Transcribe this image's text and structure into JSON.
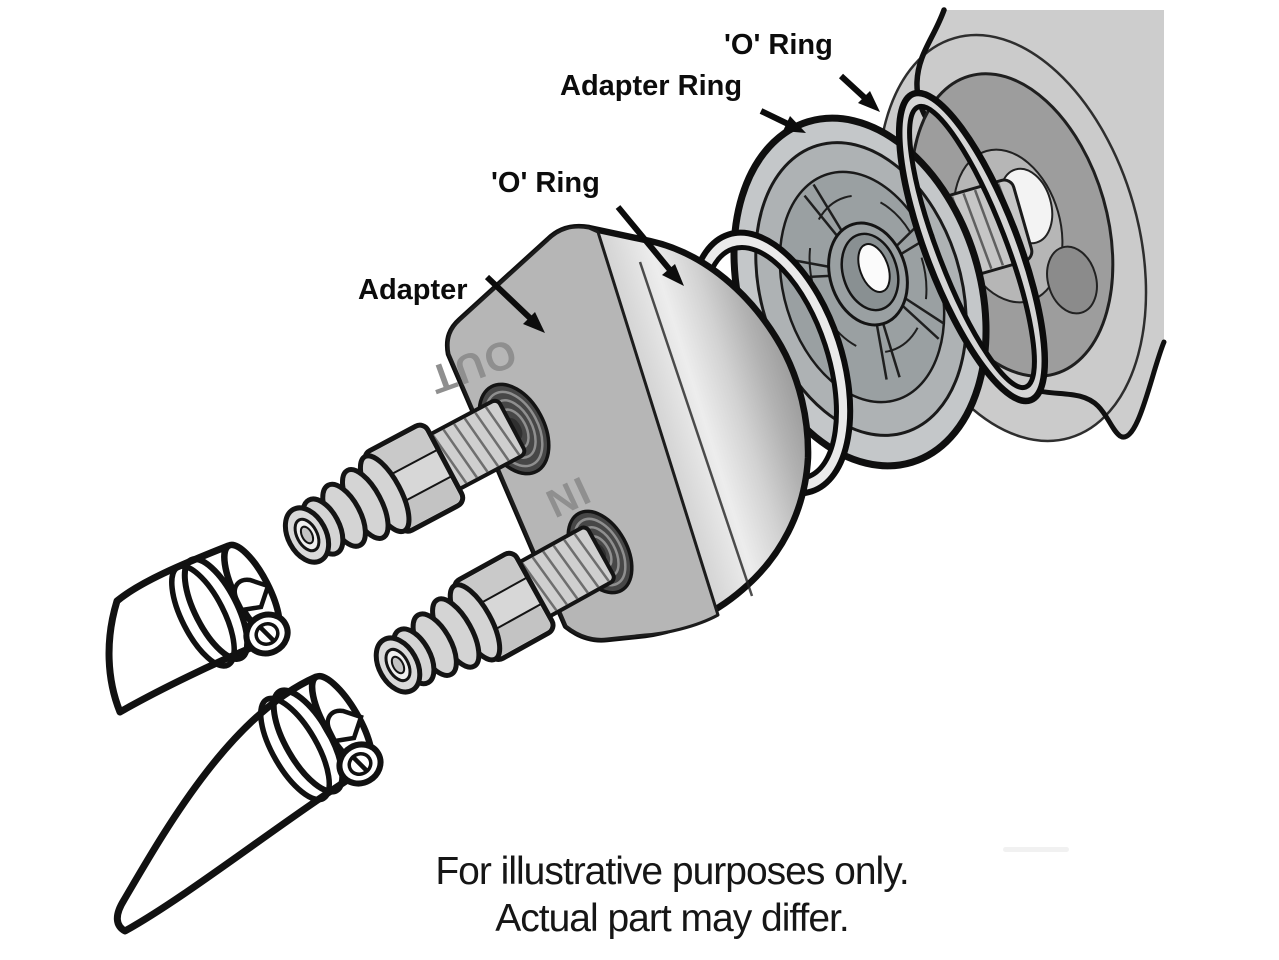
{
  "diagram": {
    "callouts": [
      {
        "id": "o-ring-top",
        "label": "'O' Ring"
      },
      {
        "id": "adapter-ring",
        "label": "Adapter Ring"
      },
      {
        "id": "o-ring-middle",
        "label": "'O' Ring"
      },
      {
        "id": "adapter",
        "label": "Adapter"
      }
    ],
    "port_markings": {
      "out": "OUT",
      "in": "IN"
    },
    "caption": {
      "line1": "For illustrative purposes only.",
      "line2": "Actual part may differ."
    },
    "colors": {
      "background": "#ffffff",
      "outline": "#0f0f0f",
      "part_light": "#cdcdcd",
      "part_mid": "#aeb2b4",
      "part_dark": "#8e8e8e",
      "label_text": "#0c0c0c",
      "marking_text": "#8f8f8f"
    }
  }
}
